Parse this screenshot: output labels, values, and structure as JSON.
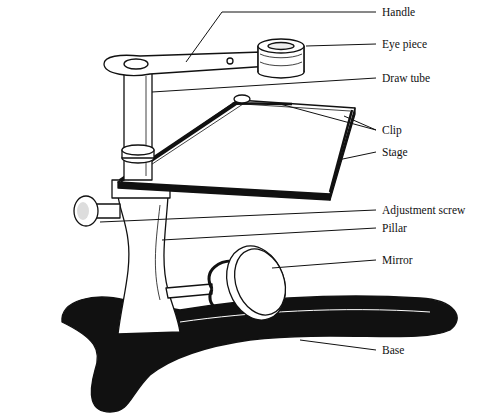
{
  "diagram": {
    "labels": [
      "Handle",
      "Eye piece",
      "Draw tube",
      "Clip",
      "Stage",
      "Adjustment screw",
      "Pillar",
      "Mirror",
      "Base"
    ]
  }
}
